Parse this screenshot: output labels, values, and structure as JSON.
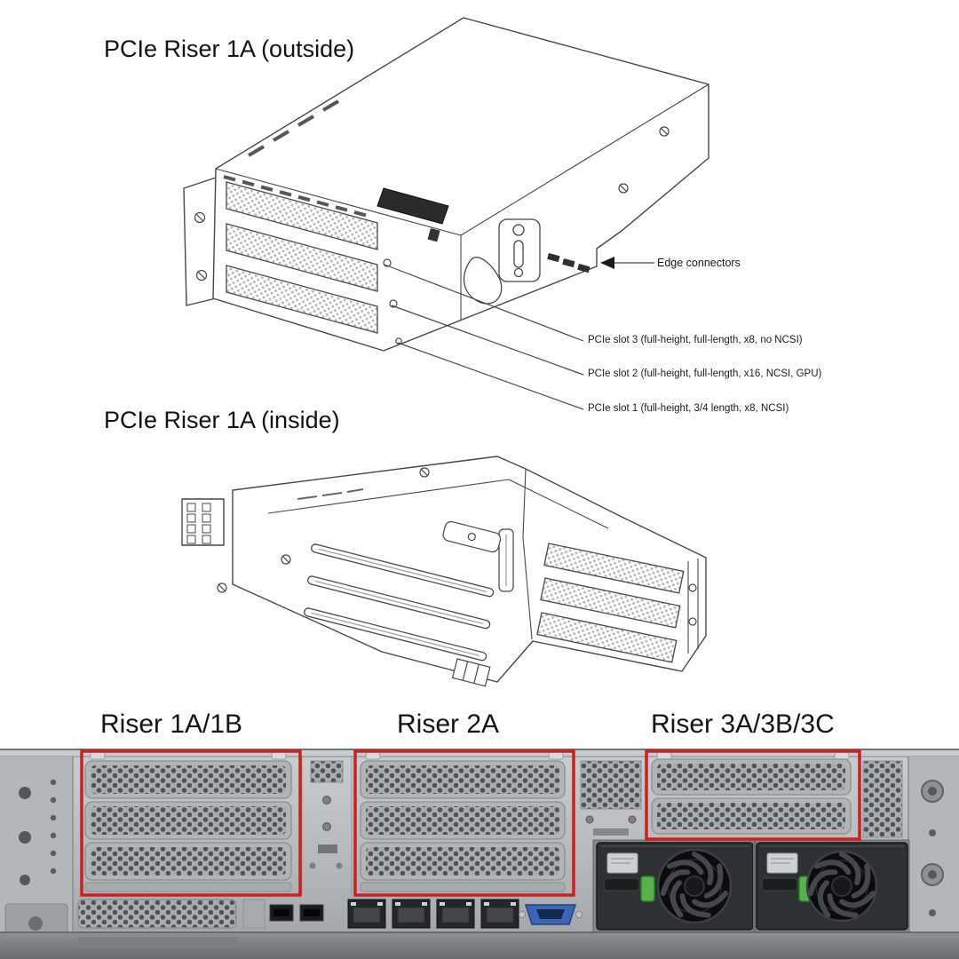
{
  "sections": {
    "outside": {
      "title": "PCIe Riser 1A (outside)"
    },
    "inside": {
      "title": "PCIe Riser 1A (inside)"
    },
    "rear": {
      "labels": [
        {
          "text": "Riser 1A/1B"
        },
        {
          "text": "Riser 2A"
        },
        {
          "text": "Riser 3A/3B/3C"
        }
      ],
      "highlight_color": "#cc1f1e"
    }
  },
  "callouts": {
    "edge_connectors": "Edge connectors",
    "pcie_slot3": "PCIe slot 3 (full-height, full-length, x8, no NCSI)",
    "pcie_slot2": "PCIe slot 2 (full-height, full-length, x16, NCSI, GPU)",
    "pcie_slot1": "PCIe slot 1 (full-height, 3/4 length, x8, NCSI)"
  },
  "colors": {
    "highlight_red": "#cc1f1e",
    "psu_latch_green": "#55b34a",
    "vga_blue": "#3b66b5"
  }
}
